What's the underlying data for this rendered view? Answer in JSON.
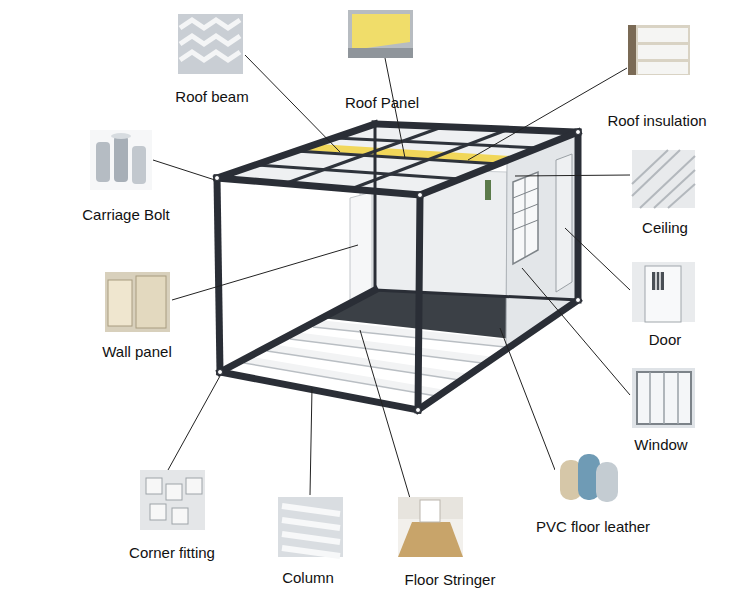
{
  "diagram": {
    "labels": [
      "Roof beam",
      "Roof Panel",
      "Roof insulation",
      "Carriage Bolt",
      "Ceiling",
      "Wall panel",
      "Door",
      "Window",
      "PVC floor leather",
      "Corner fitting",
      "Column",
      "Floor Stringer"
    ]
  }
}
